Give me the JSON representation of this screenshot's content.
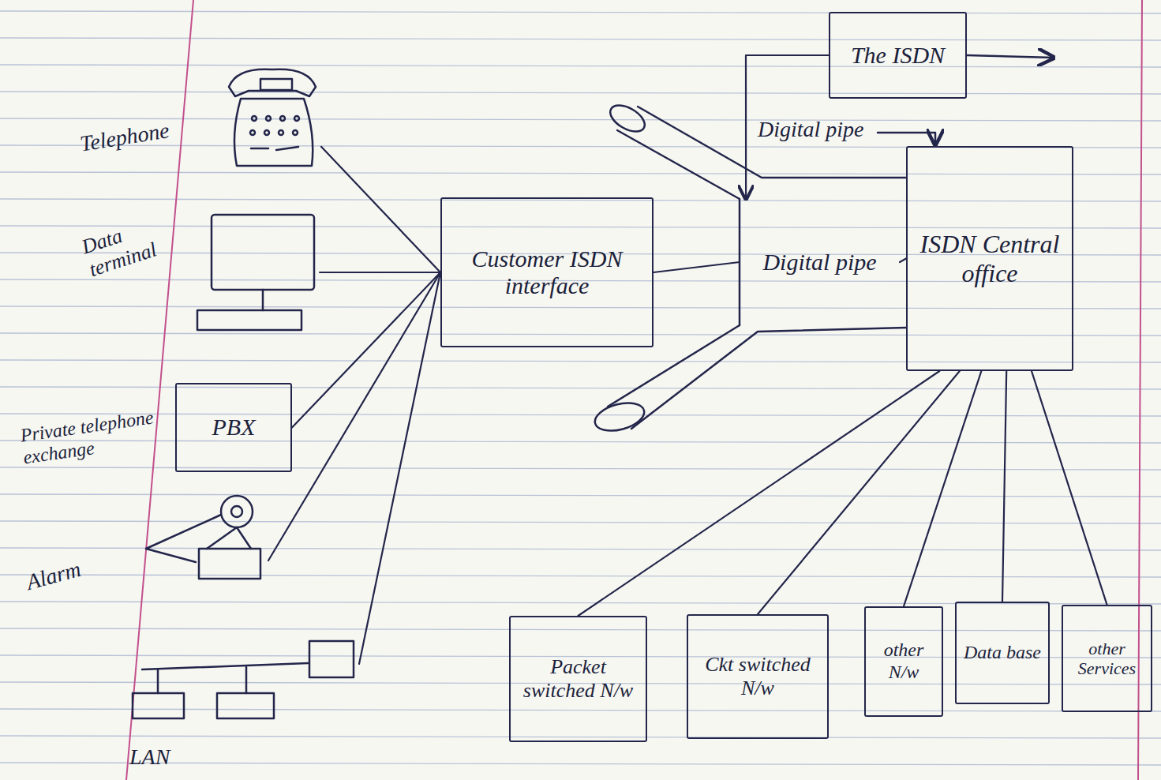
{
  "diagram": {
    "nodes": [
      {
        "text": [
          "Telephone"
        ]
      },
      {
        "text": [
          "Data terminal"
        ]
      },
      {
        "text": [
          "PBX",
          "Private telephone exchange"
        ]
      },
      {
        "text": [
          "Alarm"
        ]
      },
      {
        "text": [
          "LAN"
        ]
      },
      {
        "text": [
          "Customer ISDN interface"
        ]
      },
      {
        "text": [
          "Digital pipe"
        ]
      },
      {
        "text": [
          "The ISDN"
        ]
      },
      {
        "text": [
          "ISDN Central office"
        ]
      },
      {
        "text": [
          "Packet switched N/w"
        ]
      },
      {
        "text": [
          "Ckt switched N/w"
        ]
      },
      {
        "text": [
          "other N/w"
        ]
      },
      {
        "text": [
          "Data base"
        ]
      },
      {
        "text": [
          "other Services"
        ]
      }
    ],
    "edges": [
      {
        "from": 0,
        "to": 5,
        "arrow": "none"
      },
      {
        "from": 1,
        "to": 5,
        "arrow": "none"
      },
      {
        "from": 2,
        "to": 5,
        "arrow": "none"
      },
      {
        "from": 3,
        "to": 5,
        "arrow": "none"
      },
      {
        "from": 4,
        "to": 5,
        "arrow": "none"
      },
      {
        "from": 5,
        "to": 6,
        "arrow": "none"
      },
      {
        "from": 6,
        "to": 8,
        "arrow": "none"
      },
      {
        "from": 7,
        "to": 6,
        "arrow": "to"
      },
      {
        "from": 8,
        "to": 9,
        "arrow": "none"
      },
      {
        "from": 8,
        "to": 10,
        "arrow": "none"
      },
      {
        "from": 8,
        "to": 11,
        "arrow": "none"
      },
      {
        "from": 8,
        "to": 12,
        "arrow": "none"
      },
      {
        "from": 8,
        "to": 13,
        "arrow": "none"
      }
    ],
    "labels": [
      "Digital pipe"
    ]
  }
}
